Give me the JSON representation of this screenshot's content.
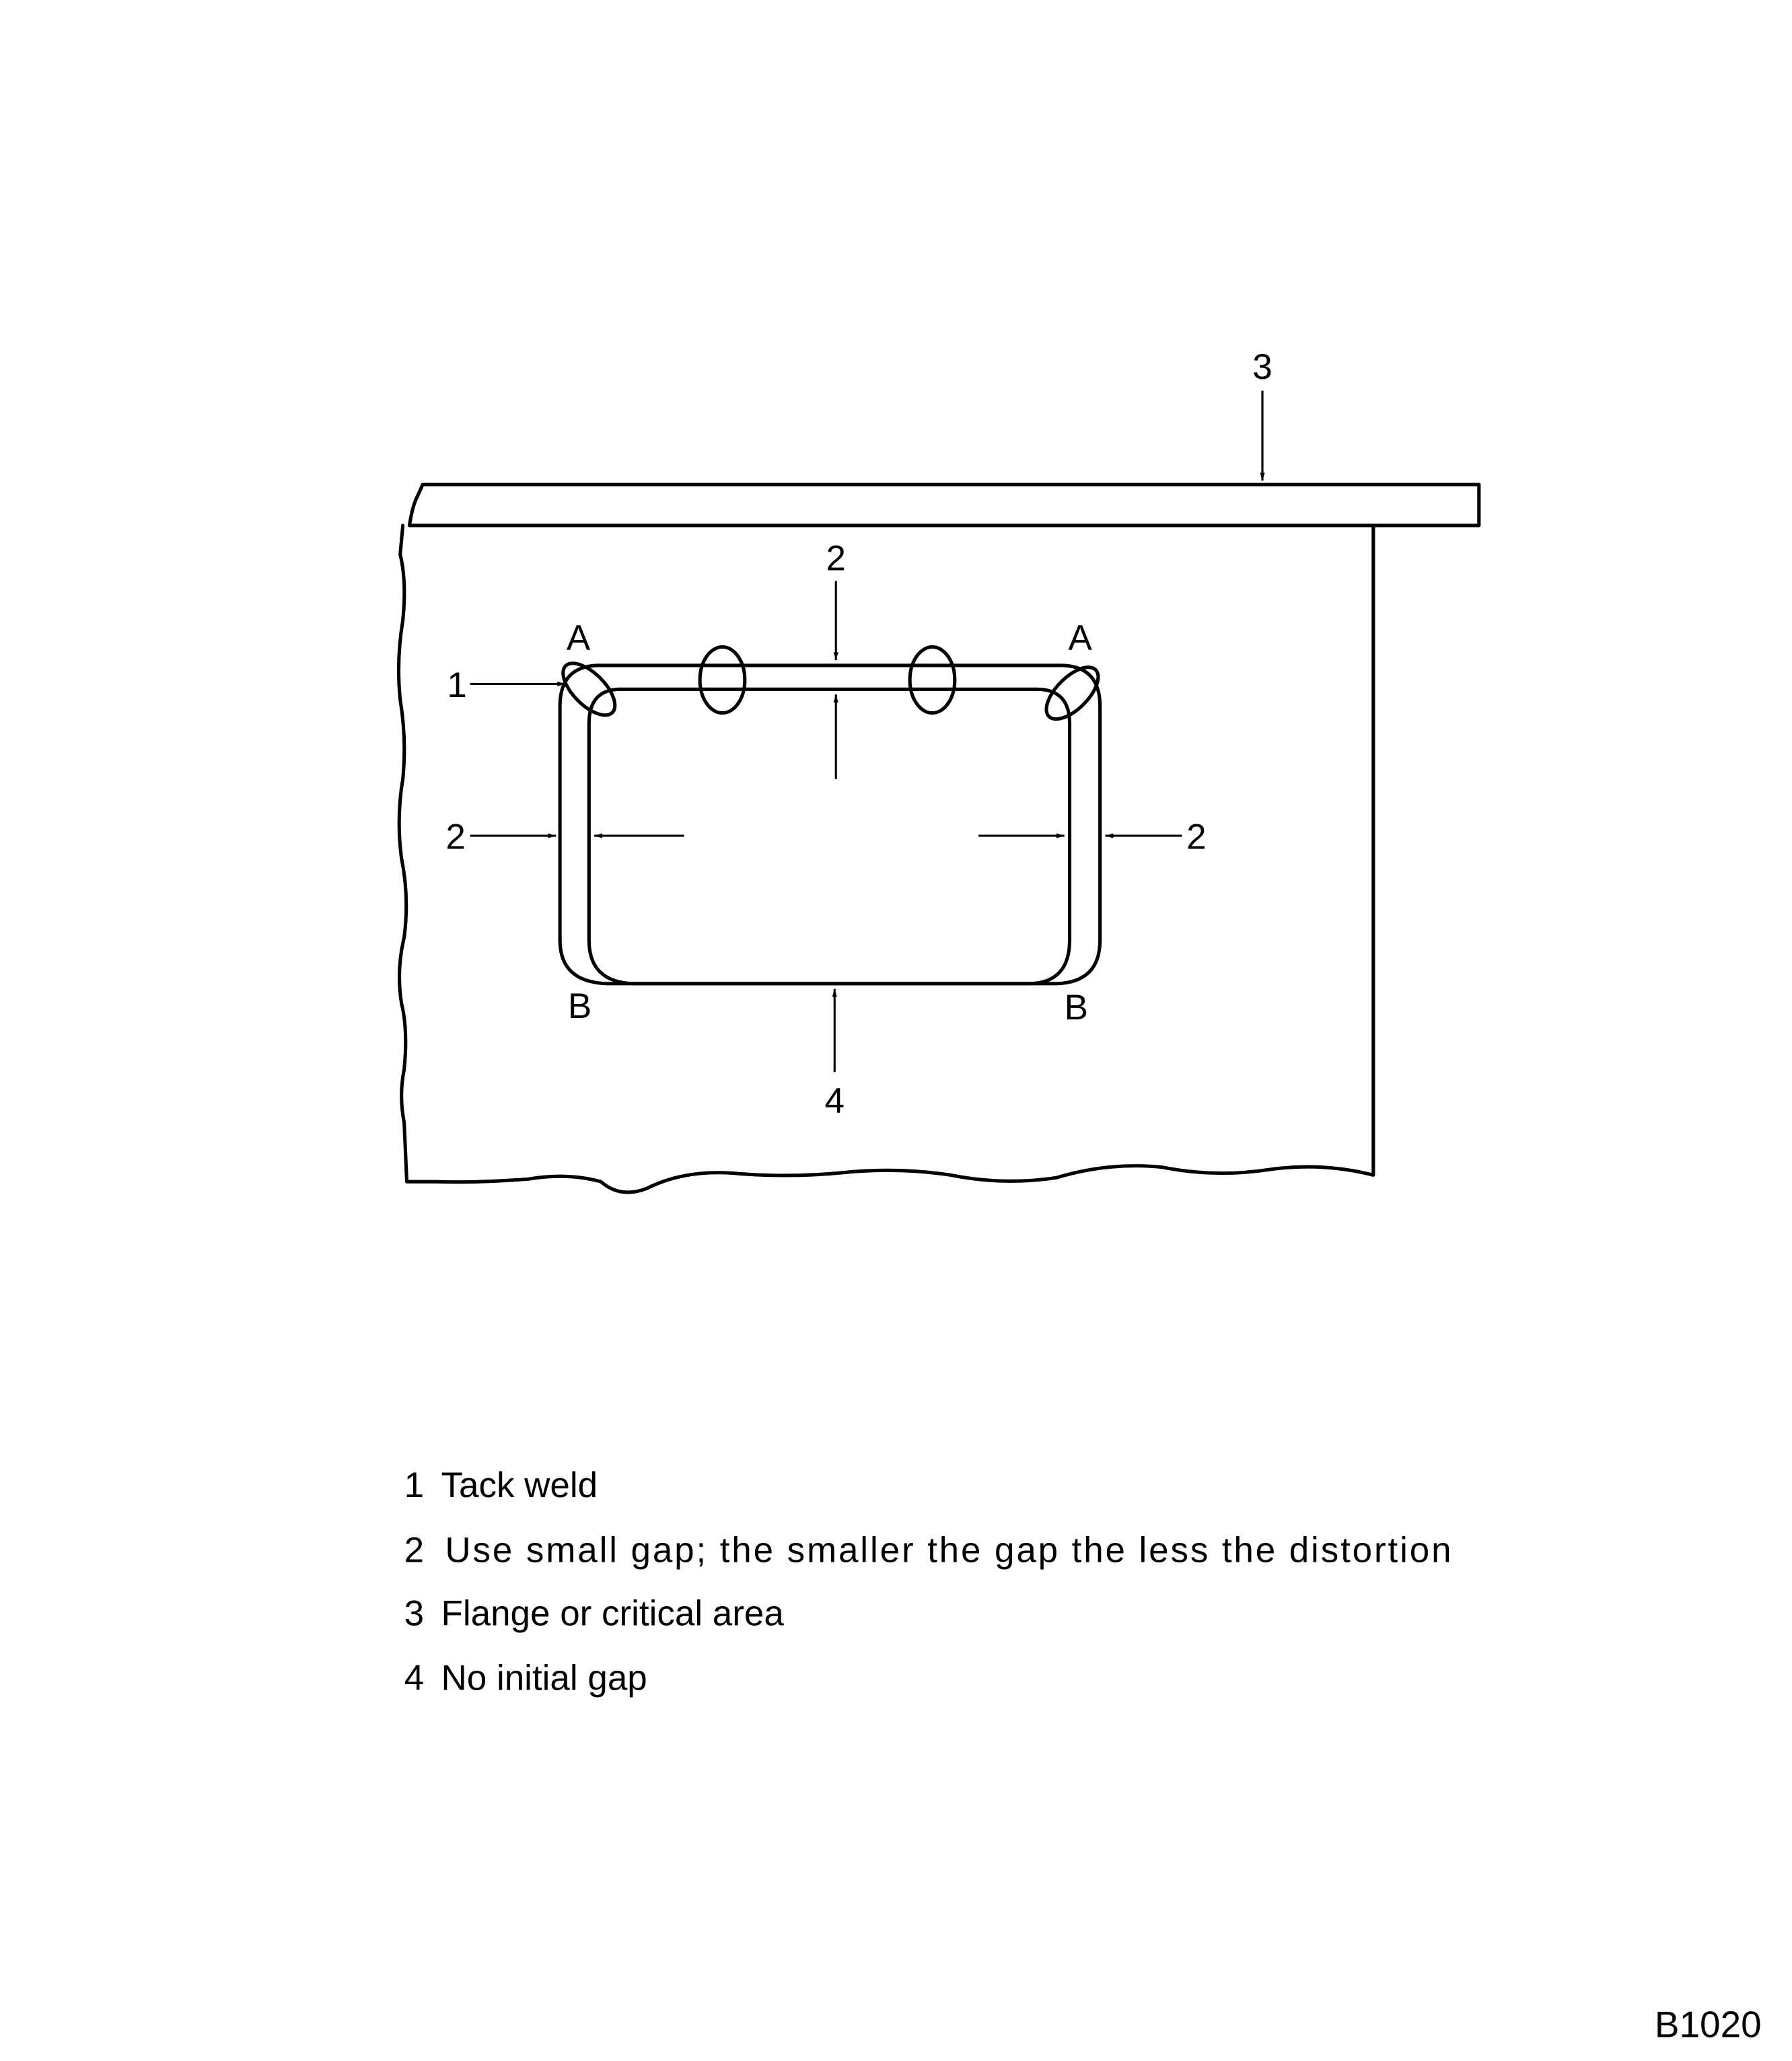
{
  "diagram": {
    "callouts": {
      "flange": "3",
      "top_gap": "2",
      "tack_weld": "1",
      "left_gap": "2",
      "right_gap": "2",
      "no_gap": "4",
      "corner_a_left": "A",
      "corner_a_right": "A",
      "corner_b_left": "B",
      "corner_b_right": "B"
    },
    "legend": [
      {
        "number": "1",
        "text": "Tack weld"
      },
      {
        "number": "2",
        "text": "Use small gap; the smaller the gap the less the distortion"
      },
      {
        "number": "3",
        "text": "Flange or critical area"
      },
      {
        "number": "4",
        "text": "No initial gap"
      }
    ],
    "figure_code": "B1020"
  }
}
